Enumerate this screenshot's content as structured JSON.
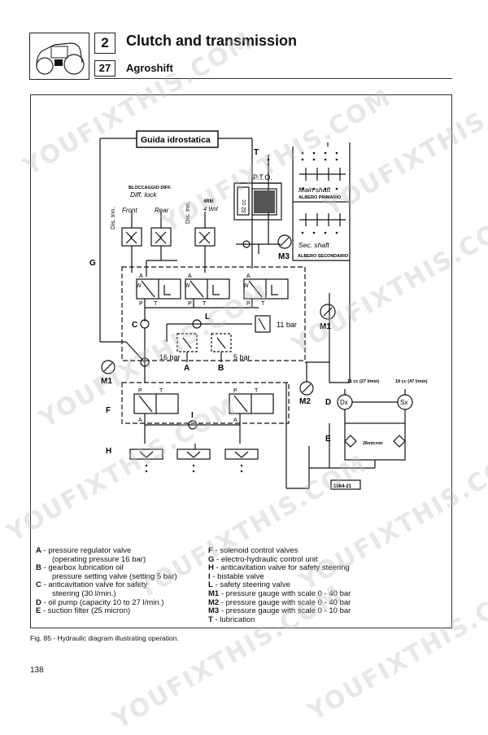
{
  "header": {
    "chapter_number": "2",
    "chapter_title": "Clutch and transmission",
    "section_number": "27",
    "section_title": "Agroshift"
  },
  "diagram": {
    "title_box": "Guida idrostatica",
    "labels": {
      "T": "T",
      "pto": "P.T.O.",
      "main_shaft": "Main shaft",
      "albero_primario": "ALBERO PRIMARIO",
      "sec_shaft": "Sec. shaft",
      "albero_secondario": "ALBERO SECONDARIO",
      "cc32": "32 cc",
      "bloccaggio": "BLOCCAGGIO DIFF.",
      "diff_lock": "Diff. lock",
      "front": "Front",
      "rear": "Rear",
      "dis_inn_1": "Dis. Inn.",
      "dis_inn_2": "Dis. Inn.",
      "rm4": "4RM",
      "wd4": "4 Wd",
      "G": "G",
      "M3": "M3",
      "M1_right": "M1",
      "M1_left": "M1",
      "M2": "M2",
      "C": "C",
      "L": "L",
      "bar11": "11 bar",
      "bar16": "16 bar",
      "bar5": "5 bar",
      "A": "A",
      "B": "B",
      "F": "F",
      "I": "I",
      "H": "H",
      "D": "D",
      "E": "E",
      "pump1": "11 cc (27 l/min)",
      "pump2": "19 cc (47 l/min)",
      "dx": "Dx",
      "sx": "Sx",
      "micron": "26micron",
      "ref": "1064-21",
      "valve_A": "A",
      "valve_P": "P",
      "valve_T": "T",
      "valve_W": "W"
    }
  },
  "legend": {
    "left": [
      {
        "key": "A",
        "text": " - pressure regulator valve"
      },
      {
        "key": "",
        "text": "(operating pressure 16 bar)",
        "indent": true
      },
      {
        "key": "B",
        "text": " - gearbox lubrication oil"
      },
      {
        "key": "",
        "text": "pressure setting valve (setting 5 bar)",
        "indent": true
      },
      {
        "key": "C",
        "text": " - anticavitation valve for safety"
      },
      {
        "key": "",
        "text": "steering (30 l/min.)",
        "indent": true
      },
      {
        "key": "D",
        "text": " - oil pump (capacity 10 to 27 l/min.)"
      },
      {
        "key": "E",
        "text": " - suction filter (25 micron)"
      }
    ],
    "right": [
      {
        "key": "F",
        "text": " - solenoid control valves"
      },
      {
        "key": "G",
        "text": " - electro-hydraulic control unit"
      },
      {
        "key": "H",
        "text": " - anticavitation valve for safety steering"
      },
      {
        "key": "I",
        "text": " -  bistable valve"
      },
      {
        "key": "L",
        "text": " -  safety steering valve"
      },
      {
        "key": "M1",
        "text": " - pressure gauge with scale 0 - 40 bar"
      },
      {
        "key": "M2",
        "text": " - pressure gauge with scale 0 - 40 bar"
      },
      {
        "key": "M3",
        "text": " - pressure gauge with scale 0 - 10 bar"
      },
      {
        "key": "T",
        "text": "   - lubrication"
      }
    ]
  },
  "caption": "Fig. 85 - Hydraulic diagram illustrating operation.",
  "page_number": "138",
  "watermark": "YOUFIXTHIS.COM"
}
